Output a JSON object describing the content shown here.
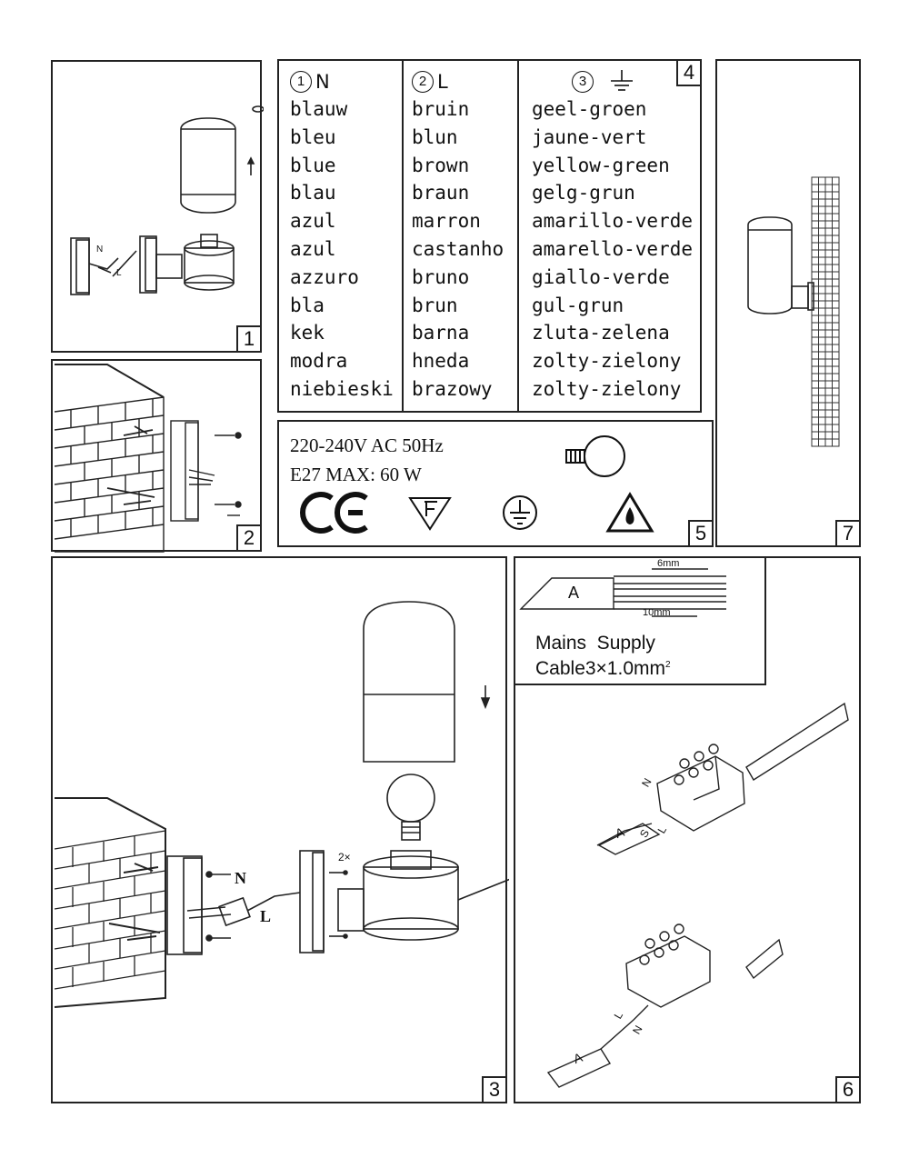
{
  "panels": {
    "p1": {
      "number": "1"
    },
    "p2": {
      "number": "2"
    },
    "p3": {
      "number": "3",
      "n_label": "N",
      "l_label": "L",
      "count_label": "2×"
    },
    "p4": {
      "number": "4",
      "columns": [
        {
          "header_num": "1",
          "header_label": "N",
          "entries": [
            "blauw",
            "bleu",
            "blue",
            "blau",
            "azul",
            "azul",
            "azzuro",
            "bla",
            "kek",
            "modra",
            "niebieski"
          ]
        },
        {
          "header_num": "2",
          "header_label": "L",
          "entries": [
            "bruin",
            "blun",
            "brown",
            "braun",
            "marron",
            "castanho",
            "bruno",
            "brun",
            "barna",
            "hneda",
            "brazowy"
          ]
        },
        {
          "header_num": "3",
          "header_label": "ground-symbol",
          "entries": [
            "geel-groen",
            "jaune-vert",
            "yellow-green",
            "gelg-grun",
            "amarillo-verde",
            "amarello-verde",
            "giallo-verde",
            "gul-grun",
            "zluta-zelena",
            "zolty-zielony",
            "zolty-zielony"
          ]
        }
      ]
    },
    "p5": {
      "number": "5",
      "voltage": "220-240V AC 50Hz",
      "max": "E27 MAX: 60 W",
      "symbols": [
        "ce-mark",
        "f-mark",
        "ground-symbol",
        "drop-warning"
      ]
    },
    "p6": {
      "number": "6",
      "dim_top": "6mm",
      "dim_bottom": "10mm",
      "cable_letter": "A",
      "supply_line1": "Mains  Supply",
      "supply_line2": "Cable3×1.0mm",
      "supply_sup": "2",
      "wire_labels_1": [
        "N",
        "A",
        "S",
        "L"
      ],
      "wire_labels_2": [
        "L",
        "N",
        "A"
      ]
    },
    "p7": {
      "number": "7"
    }
  }
}
